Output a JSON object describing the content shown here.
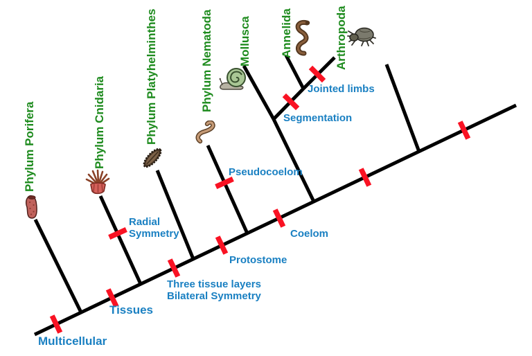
{
  "colors": {
    "bg": "#ffffff",
    "line": "#000000",
    "tick": "#f91223",
    "phylum": "#1e8b1e",
    "trait": "#1a80c2"
  },
  "phyla": [
    {
      "id": "porifera",
      "label": "Phylum Porifera",
      "organism": "sponge"
    },
    {
      "id": "cnidaria",
      "label": "Phylum Cnidaria",
      "organism": "sea-anemone"
    },
    {
      "id": "platyhelminthes",
      "label": "Phylum Platyhelminthes",
      "organism": "flatworm"
    },
    {
      "id": "nematoda",
      "label": "Phylum Nematoda",
      "organism": "roundworm"
    },
    {
      "id": "mollusca",
      "label": "Mollusca",
      "organism": "snail"
    },
    {
      "id": "annelida",
      "label": "Annelida",
      "organism": "segmented-worm"
    },
    {
      "id": "arthropoda",
      "label": "Arthropoda",
      "organism": "spider"
    }
  ],
  "traits": [
    {
      "id": "multicellular",
      "label": "Multicellular"
    },
    {
      "id": "tissues",
      "label": "Tissues"
    },
    {
      "id": "three-tissue-layers",
      "line1": "Three tissue layers",
      "line2": "Bilateral Symmetry"
    },
    {
      "id": "protostome",
      "label": "Protostome"
    },
    {
      "id": "coelom",
      "label": "Coelom"
    },
    {
      "id": "radial-symmetry",
      "line1": "Radial",
      "line2": "Symmetry"
    },
    {
      "id": "pseudocoelom",
      "label": "Pseudocoelom"
    },
    {
      "id": "segmentation",
      "label": "Segmentation"
    },
    {
      "id": "jointed-limbs",
      "label": "Jointed limbs"
    }
  ]
}
